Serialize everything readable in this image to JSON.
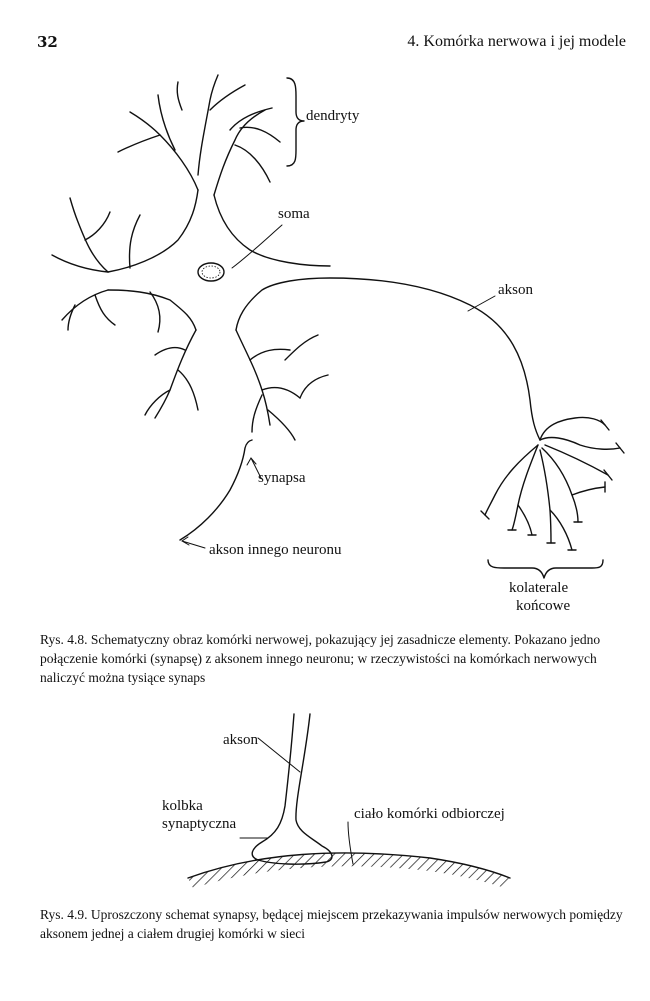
{
  "header": {
    "page_number": "32",
    "chapter": "4. Komórka nerwowa i jej modele"
  },
  "figure_4_8": {
    "labels": {
      "dendrites": "dendryty",
      "soma": "soma",
      "axon": "akson",
      "synapse": "synapsa",
      "other_axon": "akson innego neuronu",
      "collaterals_line1": "kolaterale",
      "collaterals_line2": "końcowe"
    },
    "caption": "Rys. 4.8. Schematyczny obraz komórki nerwowej, pokazujący jej zasadnicze elementy. Pokazano jedno połączenie komórki (synapsę) z aksonem innego neuronu; w rzeczywistości na komórkach nerwowych naliczyć można tysiące synaps"
  },
  "figure_4_9": {
    "labels": {
      "axon": "akson",
      "bulb_line1": "kolbka",
      "bulb_line2": "synaptyczna",
      "receiving_cell": "ciało komórki odbiorczej"
    },
    "caption": "Rys. 4.9. Uproszczony schemat synapsy, będącej miejscem przekazywania impulsów nerwowych pomiędzy aksonem jednej a ciałem drugiej komórki w sieci"
  }
}
